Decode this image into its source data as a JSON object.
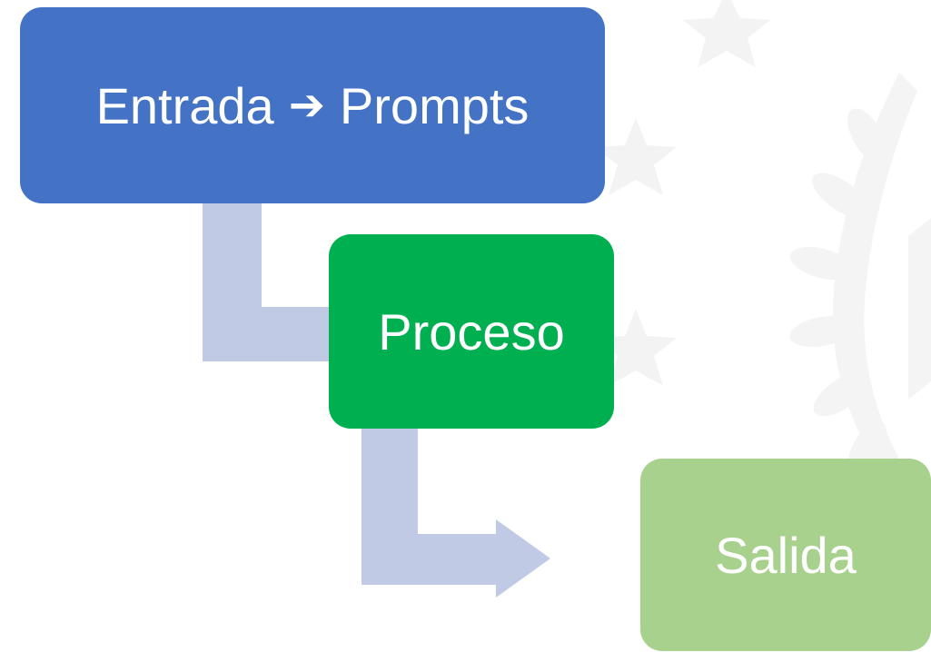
{
  "colors": {
    "step_1": "#4472C4",
    "step_2": "#00B050",
    "step_3": "#A9D18E",
    "connector": "#C0CAE4",
    "watermark": "#F2F2F2"
  },
  "steps": [
    {
      "label_left": "Entrada",
      "arrow_icon": "right-arrow-icon",
      "label_right": "Prompts"
    },
    {
      "label": "Proceso"
    },
    {
      "label": "Salida"
    }
  ]
}
